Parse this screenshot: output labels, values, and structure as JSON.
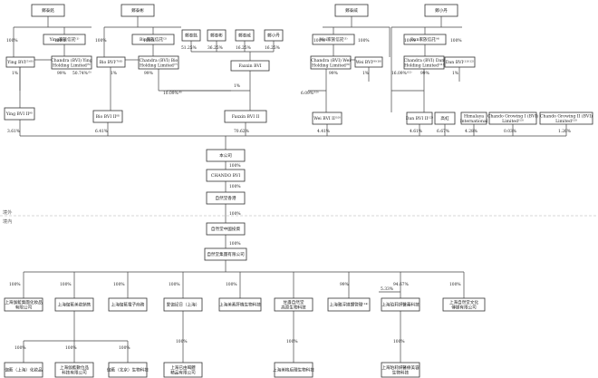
{
  "regions": {
    "offshore": "境外",
    "onshore": "境內"
  },
  "nodes": [
    {
      "id": "n_zhouy",
      "lines": [
        "鄭泰銘"
      ]
    },
    {
      "id": "n_zhouc",
      "lines": [
        "鄭泰彬"
      ]
    },
    {
      "id": "n_p3",
      "lines": [
        "鄭泰銘"
      ]
    },
    {
      "id": "n_p4",
      "lines": [
        "鄭泰彬"
      ]
    },
    {
      "id": "n_p5",
      "lines": [
        "鄭泰威"
      ]
    },
    {
      "id": "n_p6",
      "lines": [
        "鄭小丹"
      ]
    },
    {
      "id": "n_zhouw",
      "lines": [
        "鄭泰威"
      ]
    },
    {
      "id": "n_zxd",
      "lines": [
        "鄭小丹"
      ]
    },
    {
      "id": "n_yingtr",
      "lines": [
        "Ying家族信託⁽¹⁾"
      ]
    },
    {
      "id": "n_biotr",
      "lines": [
        "Bio家族信託⁽²⁾"
      ]
    },
    {
      "id": "n_weitr",
      "lines": [
        "Wei家族信託⁽³⁾"
      ]
    },
    {
      "id": "n_dantr",
      "lines": [
        "Dan家族信託⁽⁴⁾"
      ]
    },
    {
      "id": "n_yingbvi",
      "lines": [
        "Ying BVI⁽⁵⁾⁽⁶⁾"
      ]
    },
    {
      "id": "n_yinghold",
      "lines": [
        "Chandra (BVI) Ying",
        "Holding Limited⁽⁵⁾"
      ]
    },
    {
      "id": "n_biobvi",
      "lines": [
        "Bio BVI⁽⁷⁾⁽⁸⁾"
      ]
    },
    {
      "id": "n_biohold",
      "lines": [
        "Chandra (BVI) Bio",
        "Holding Limited⁽⁷⁾"
      ]
    },
    {
      "id": "n_fxbvi",
      "lines": [
        "Faxxin BVI"
      ]
    },
    {
      "id": "n_weihold",
      "lines": [
        "Chandra (BVI) Wei",
        "Holding Limited⁽⁹⁾"
      ]
    },
    {
      "id": "n_weibvi",
      "lines": [
        "Wei BVI⁽⁹⁾⁽¹⁰⁾"
      ]
    },
    {
      "id": "n_danhold",
      "lines": [
        "Chandra (BVI) Dan",
        "Holding Limited⁽¹¹⁾"
      ]
    },
    {
      "id": "n_danbvi",
      "lines": [
        "Dan BVI⁽¹¹⁾⁽¹²⁾"
      ]
    },
    {
      "id": "n_yingbvi2",
      "lines": [
        "Ying BVI II⁽⁶⁾"
      ]
    },
    {
      "id": "n_biobvi2",
      "lines": [
        "Bio BVI II⁽⁸⁾"
      ]
    },
    {
      "id": "n_fxbvi2",
      "lines": [
        "Faxxin BVI II"
      ]
    },
    {
      "id": "n_weibvi2",
      "lines": [
        "Wei BVI II⁽¹⁰⁾"
      ]
    },
    {
      "id": "n_danbvi2",
      "lines": [
        "Dan BVI II⁽¹²⁾"
      ]
    },
    {
      "id": "n_jz",
      "lines": [
        "高虹"
      ]
    },
    {
      "id": "n_him",
      "lines": [
        "Himalaya",
        "International"
      ]
    },
    {
      "id": "n_cg1",
      "lines": [
        "Chando Growing I (BVI)",
        "Limited⁽¹³⁾"
      ]
    },
    {
      "id": "n_cg2",
      "lines": [
        "Chando Growing II (BVI)",
        "Limited⁽¹³⁾"
      ]
    },
    {
      "id": "n_company",
      "lines": [
        "本公司"
      ]
    },
    {
      "id": "n_chandobvi",
      "lines": [
        "CHANDO BVI"
      ]
    },
    {
      "id": "n_hk",
      "lines": [
        "自然堂香港"
      ]
    },
    {
      "id": "n_wfoe",
      "lines": [
        "自然堂中國投資"
      ]
    },
    {
      "id": "n_group",
      "lines": [
        "自然堂集團有限公司"
      ]
    },
    {
      "id": "n_c1",
      "lines": [
        "上海伽藍集團化妝品",
        "有限公司"
      ]
    },
    {
      "id": "n_c2",
      "lines": [
        "上海伽藍美妝銷售"
      ]
    },
    {
      "id": "n_c3",
      "lines": [
        "上海伽藍電子商務"
      ]
    },
    {
      "id": "n_c4",
      "lines": [
        "愛伽記日（上海）"
      ]
    },
    {
      "id": "n_c5",
      "lines": [
        "上海美素肝機生物科技"
      ]
    },
    {
      "id": "n_c6",
      "lines": [
        "甘肅自然堂",
        "高原生物科技"
      ]
    },
    {
      "id": "n_c7",
      "lines": [
        "上海雅淳媒體管理⁽¹⁴⁾"
      ]
    },
    {
      "id": "n_c8",
      "lines": [
        "上海珀莉妍醫藥科技"
      ]
    },
    {
      "id": "n_c9",
      "lines": [
        "上海自然堂文化",
        "傳媒有限公司"
      ]
    },
    {
      "id": "n_g1",
      "lines": [
        "伽藍（上海）化妝品"
      ]
    },
    {
      "id": "n_g2",
      "lines": [
        "上海伽藍數位品",
        "科技有限公司"
      ]
    },
    {
      "id": "n_g3",
      "lines": [
        "伽藍（北京）生物科技"
      ]
    },
    {
      "id": "n_g4",
      "lines": [
        "上海已由喝體",
        "精品有限公司"
      ]
    },
    {
      "id": "n_g5",
      "lines": [
        "上海美格后理生物科技"
      ]
    },
    {
      "id": "n_g6",
      "lines": [
        "上海珀莉妍醫療美容",
        "生物科技"
      ]
    }
  ],
  "percents": {
    "p1": "100%",
    "p2": "100%",
    "p3": "1%",
    "p4": "99%",
    "p5": "50.74%⁽⁵⁾",
    "p6": "100%",
    "p7": "100%",
    "p8": "1%",
    "p9": "99%",
    "p10": "51.25%",
    "p11": "36.25%",
    "p12": "16.25%",
    "p13": "16.25%",
    "p14": "10.09%⁽⁸⁾",
    "p15": "1%",
    "p16": "100%",
    "p17": "100%",
    "p18": "99%",
    "p19": "1%",
    "p20": "6.09%⁽¹⁰⁾",
    "p21": "100%",
    "p22": "100%",
    "p23": "99%",
    "p24": "1%",
    "p25": "16.09%⁽¹²⁾",
    "p26": "3.61%",
    "p27": "6.41%",
    "p28": "70.62%",
    "p29": "4.41%",
    "p30": "4.61%",
    "p31": "6.67%",
    "p32": "4.28%",
    "p33": "0.03%",
    "p34": "1.26%",
    "p35": "100%",
    "p36": "100%",
    "p37": "100%",
    "p38": "100%",
    "p39": "100%",
    "p40": "100%",
    "p41": "100%",
    "p42": "100%",
    "p43": "100%",
    "p44": "99%",
    "p45": "5.33%",
    "p46": "94.67%",
    "p47": "100%",
    "p48": "100%",
    "p49": "100%",
    "p50": "100%",
    "p51": "100%",
    "p52": "100%",
    "p53": "100%"
  }
}
